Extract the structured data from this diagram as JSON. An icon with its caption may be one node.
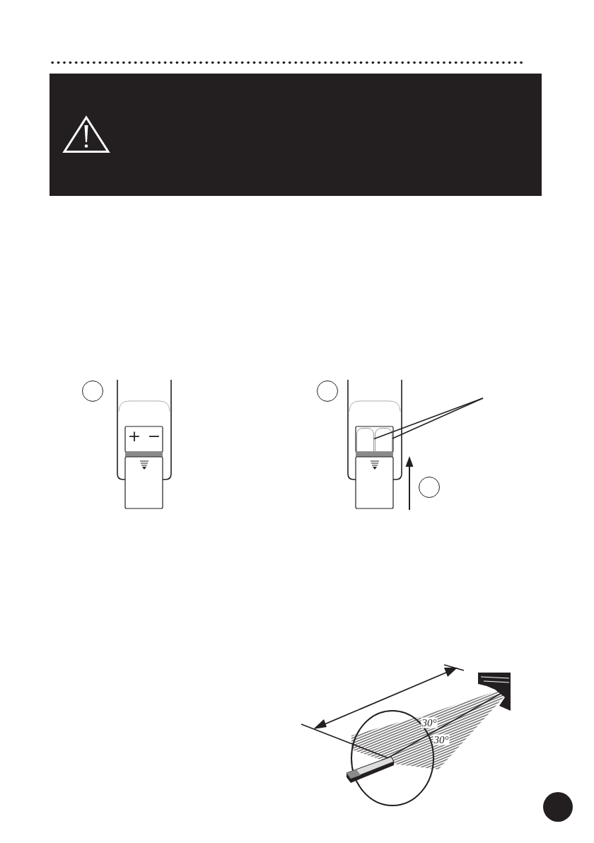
{
  "diagram": {
    "nodes": [
      {
        "text": [],
        "shape": "box"
      },
      {
        "text": [],
        "shape": "circle"
      },
      {
        "text": [],
        "shape": "circle"
      },
      {
        "text": [],
        "shape": "box"
      },
      {
        "text": [],
        "shape": "box"
      },
      {
        "text": [],
        "shape": "circle"
      },
      {
        "text": [],
        "shape": "circle"
      }
    ],
    "edges": [
      {
        "from": null,
        "to": 3,
        "arrow": "none"
      },
      {
        "from": null,
        "to": 4,
        "arrow": "none"
      }
    ],
    "labels": [
      "+",
      "−",
      "30°",
      "30°"
    ]
  }
}
